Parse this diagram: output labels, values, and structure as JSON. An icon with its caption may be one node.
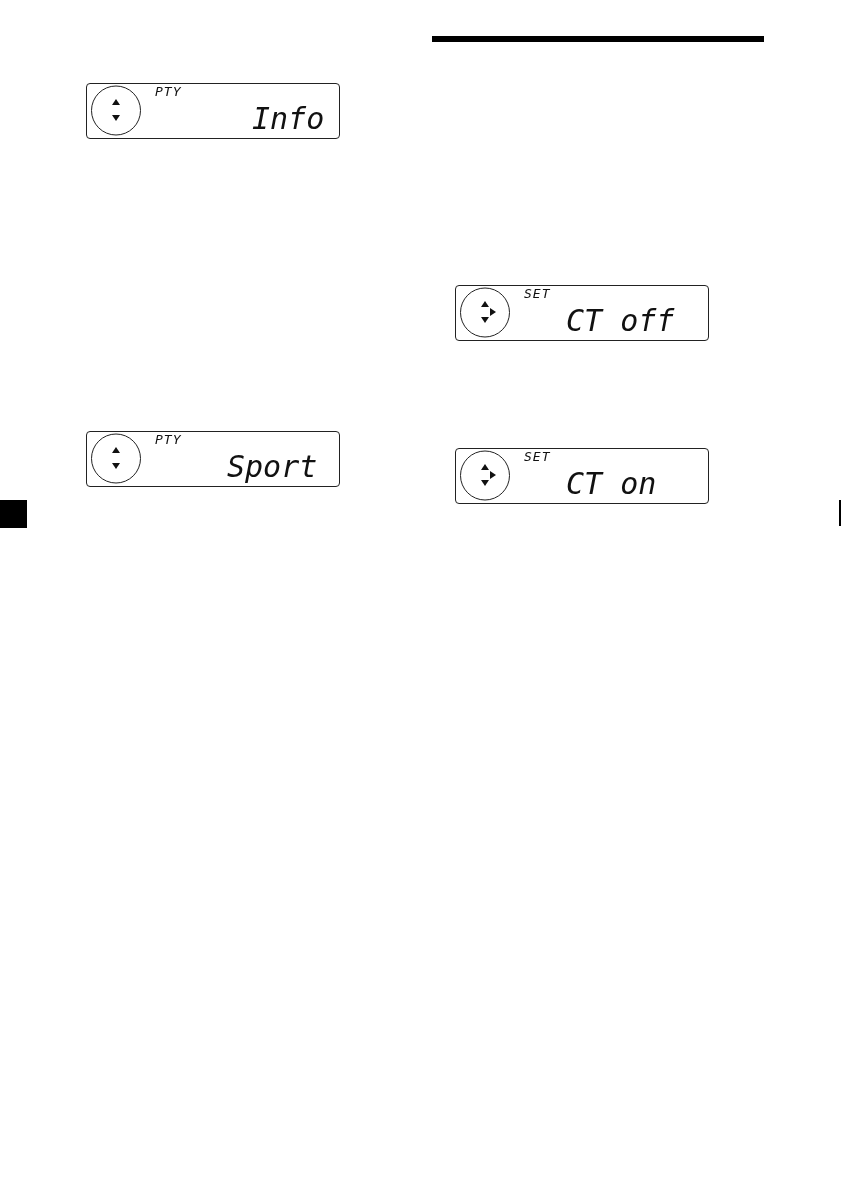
{
  "diagram": {
    "nodes": [
      {
        "text": [
          "PTY",
          "Info"
        ]
      },
      {
        "text": [
          "PTY",
          "Sport"
        ]
      },
      {
        "text": [
          "SET",
          "CT off"
        ]
      },
      {
        "text": [
          "SET",
          "CT on"
        ]
      }
    ]
  }
}
